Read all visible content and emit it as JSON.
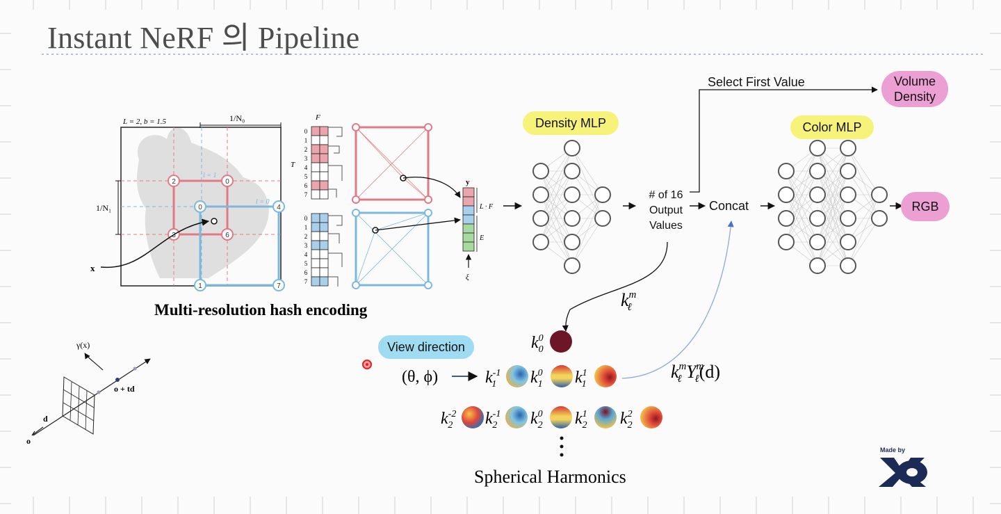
{
  "title": "Instant NeRF 의 Pipeline",
  "hash_encoding": {
    "caption": "Multi-resolution hash encoding",
    "params": "L = 2,  b = 1.5",
    "inv_n0": "1/N₀",
    "inv_n1": "1/N₁",
    "level1": "l = 1",
    "level0": "l = 0",
    "x_label": "x",
    "f_label": "F",
    "t_label": "T",
    "y_label": "y",
    "lf_label": "L · F",
    "e_label": "E",
    "xi_label": "ξ",
    "corner_red": [
      "2",
      "0",
      "3",
      "6"
    ],
    "corner_blue": [
      "0",
      "4",
      "1",
      "7"
    ],
    "table_rows": [
      "0",
      "1",
      "2",
      "3",
      "4",
      "5",
      "6",
      "7"
    ]
  },
  "density_mlp_label": "Density MLP",
  "color_mlp_label": "Color MLP",
  "output_values_label": [
    "# of 16",
    "Output",
    "Values"
  ],
  "concat_label": "Concat",
  "select_first_value_label": "Select First Value",
  "volume_density_label": [
    "Volume",
    "Density"
  ],
  "rgb_label": "RGB",
  "view_direction_label": "View direction",
  "theta_phi_label": "(θ, ϕ)",
  "k_l_m": "k",
  "klm_ylm": "(d)",
  "spherical_harmonics_caption": "Spherical Harmonics",
  "ray": {
    "gamma": "γ(x)",
    "o_td": "o + td",
    "d": "d",
    "o": "o"
  },
  "logo": {
    "made_by": "Made by",
    "mark": "XO"
  },
  "colors": {
    "red_grid": "#e07b86",
    "blue_grid": "#7cb8dc",
    "highlight_yellow": "#f7f37a",
    "highlight_blue": "#9fdcf2",
    "highlight_pink": "#ec9fd2"
  }
}
